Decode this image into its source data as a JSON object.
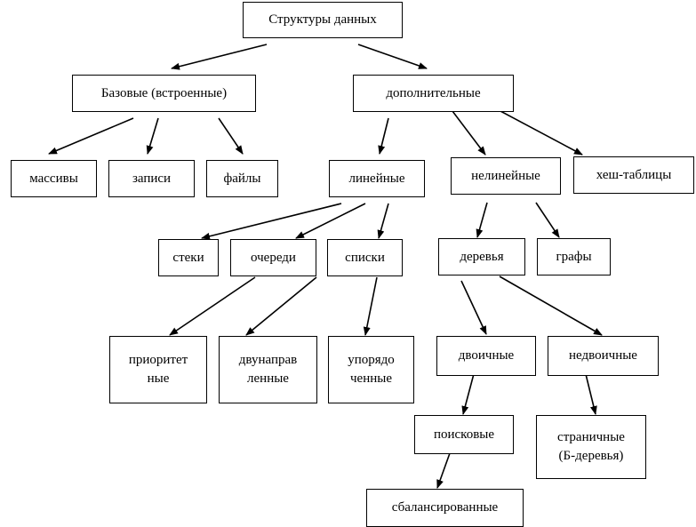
{
  "diagram": {
    "nodes": {
      "root": "Структуры данных",
      "base": "Базовые (встроенные)",
      "extra": "дополнительные",
      "arrays": "массивы",
      "records": "записи",
      "files": "файлы",
      "linear": "линейные",
      "nonlinear": "нелинейные",
      "hash": "хеш-таблицы",
      "stacks": "стеки",
      "queues": "очереди",
      "lists": "списки",
      "trees": "деревья",
      "graphs": "графы",
      "priority": "приоритет\nные",
      "double": "двунаправ\nленные",
      "ordered": "упорядо\nченные",
      "binary": "двоичные",
      "nonbinary": "недвоичные",
      "search": "поисковые",
      "paged": "страничные\n(Б-деревья)",
      "balanced": "сбалансированные"
    },
    "edges": [
      [
        "root",
        "base"
      ],
      [
        "root",
        "extra"
      ],
      [
        "base",
        "arrays"
      ],
      [
        "base",
        "records"
      ],
      [
        "base",
        "files"
      ],
      [
        "extra",
        "linear"
      ],
      [
        "extra",
        "nonlinear"
      ],
      [
        "extra",
        "hash"
      ],
      [
        "linear",
        "stacks"
      ],
      [
        "linear",
        "queues"
      ],
      [
        "linear",
        "lists"
      ],
      [
        "nonlinear",
        "trees"
      ],
      [
        "nonlinear",
        "graphs"
      ],
      [
        "queues",
        "priority"
      ],
      [
        "queues",
        "double"
      ],
      [
        "lists",
        "ordered"
      ],
      [
        "trees",
        "binary"
      ],
      [
        "trees",
        "nonbinary"
      ],
      [
        "binary",
        "search"
      ],
      [
        "nonbinary",
        "paged"
      ],
      [
        "search",
        "balanced"
      ]
    ]
  }
}
